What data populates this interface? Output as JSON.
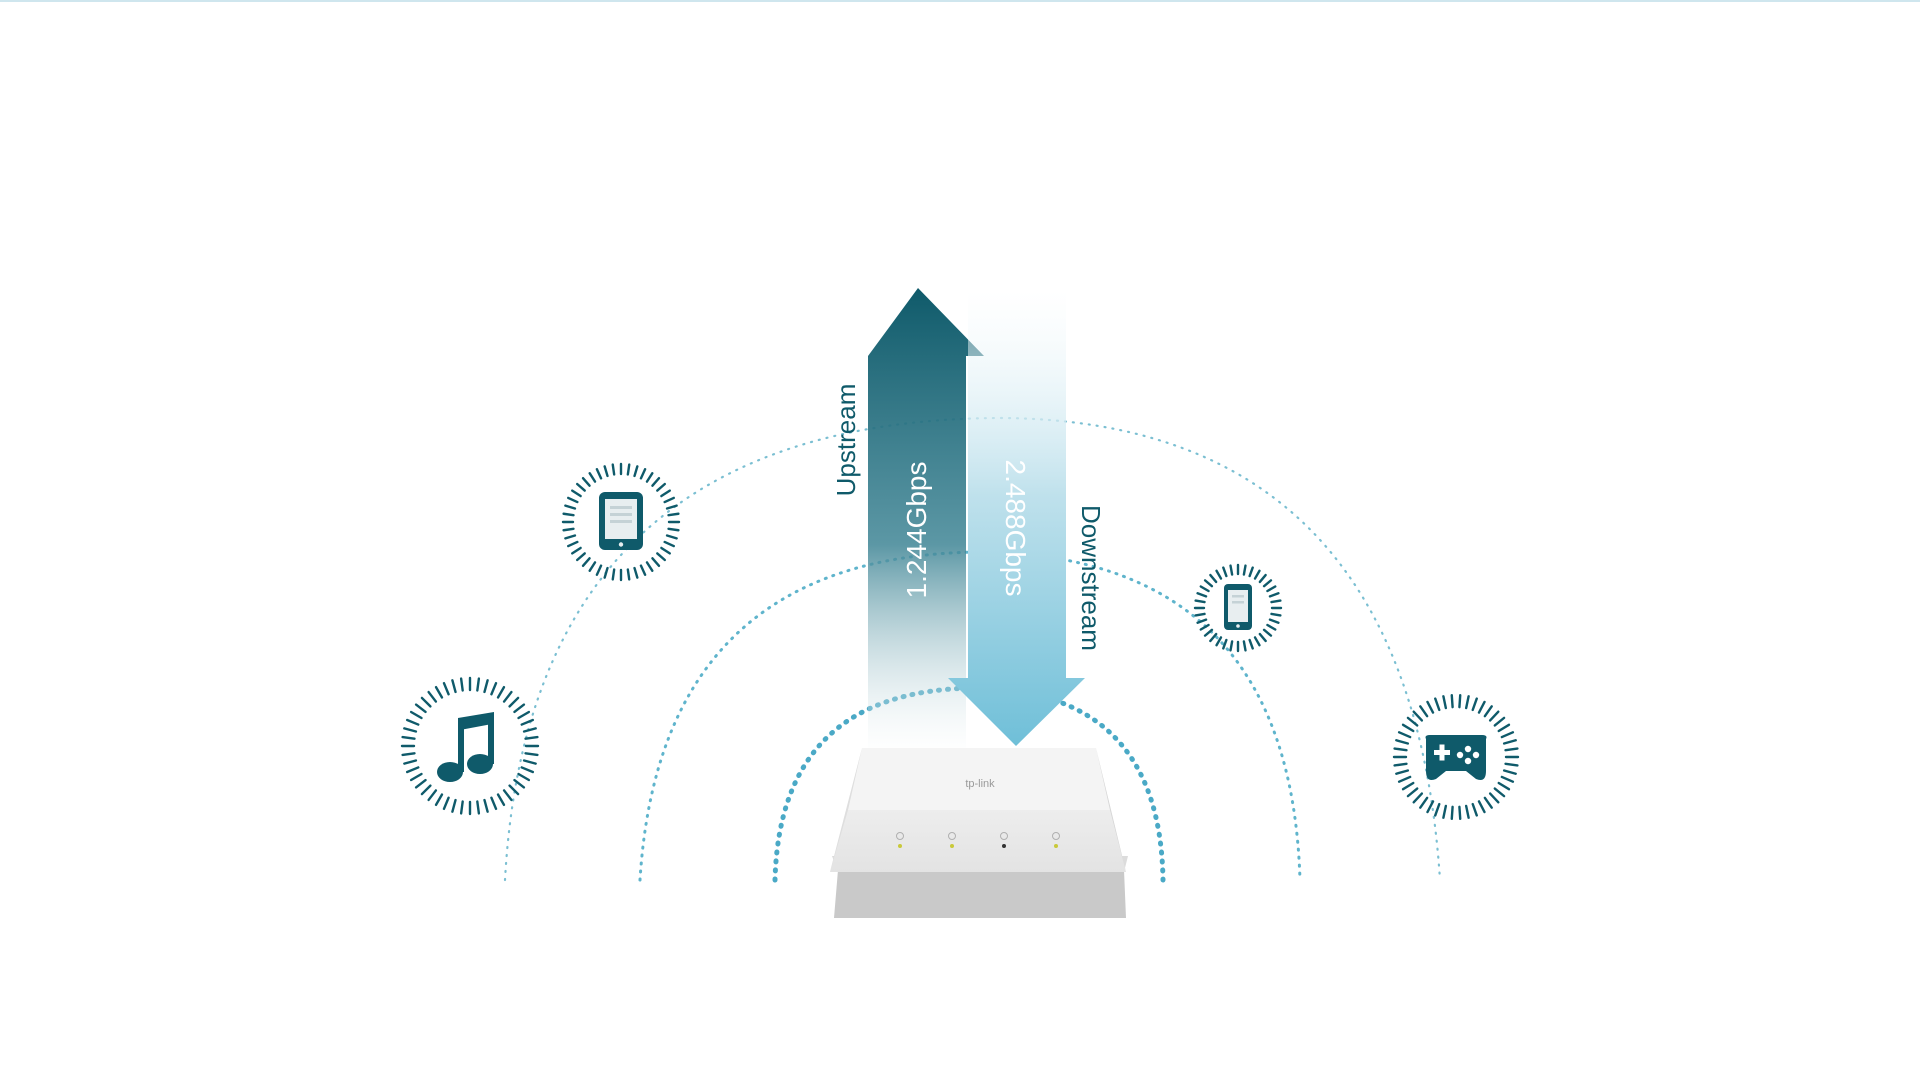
{
  "colors": {
    "top_line": "#cfe6ee",
    "upstream_dark": "#0f5a6a",
    "downstream_light": "#6fbfd8",
    "arc_dots": "#5fb4cc",
    "icon_teal": "#0f5a6a",
    "router_body": "#e9e9e9"
  },
  "arrows": {
    "upstream": {
      "label": "Upstream",
      "rate": "1.244Gbps"
    },
    "downstream": {
      "label": "Downstream",
      "rate": "2.488Gbps"
    }
  },
  "router": {
    "brand": "tp-link",
    "indicators": [
      "power-led",
      "pon-led",
      "los-led",
      "lan-led"
    ]
  },
  "devices": [
    {
      "name": "tablet-icon"
    },
    {
      "name": "music-note-icon"
    },
    {
      "name": "smartphone-icon"
    },
    {
      "name": "gamepad-icon"
    }
  ]
}
